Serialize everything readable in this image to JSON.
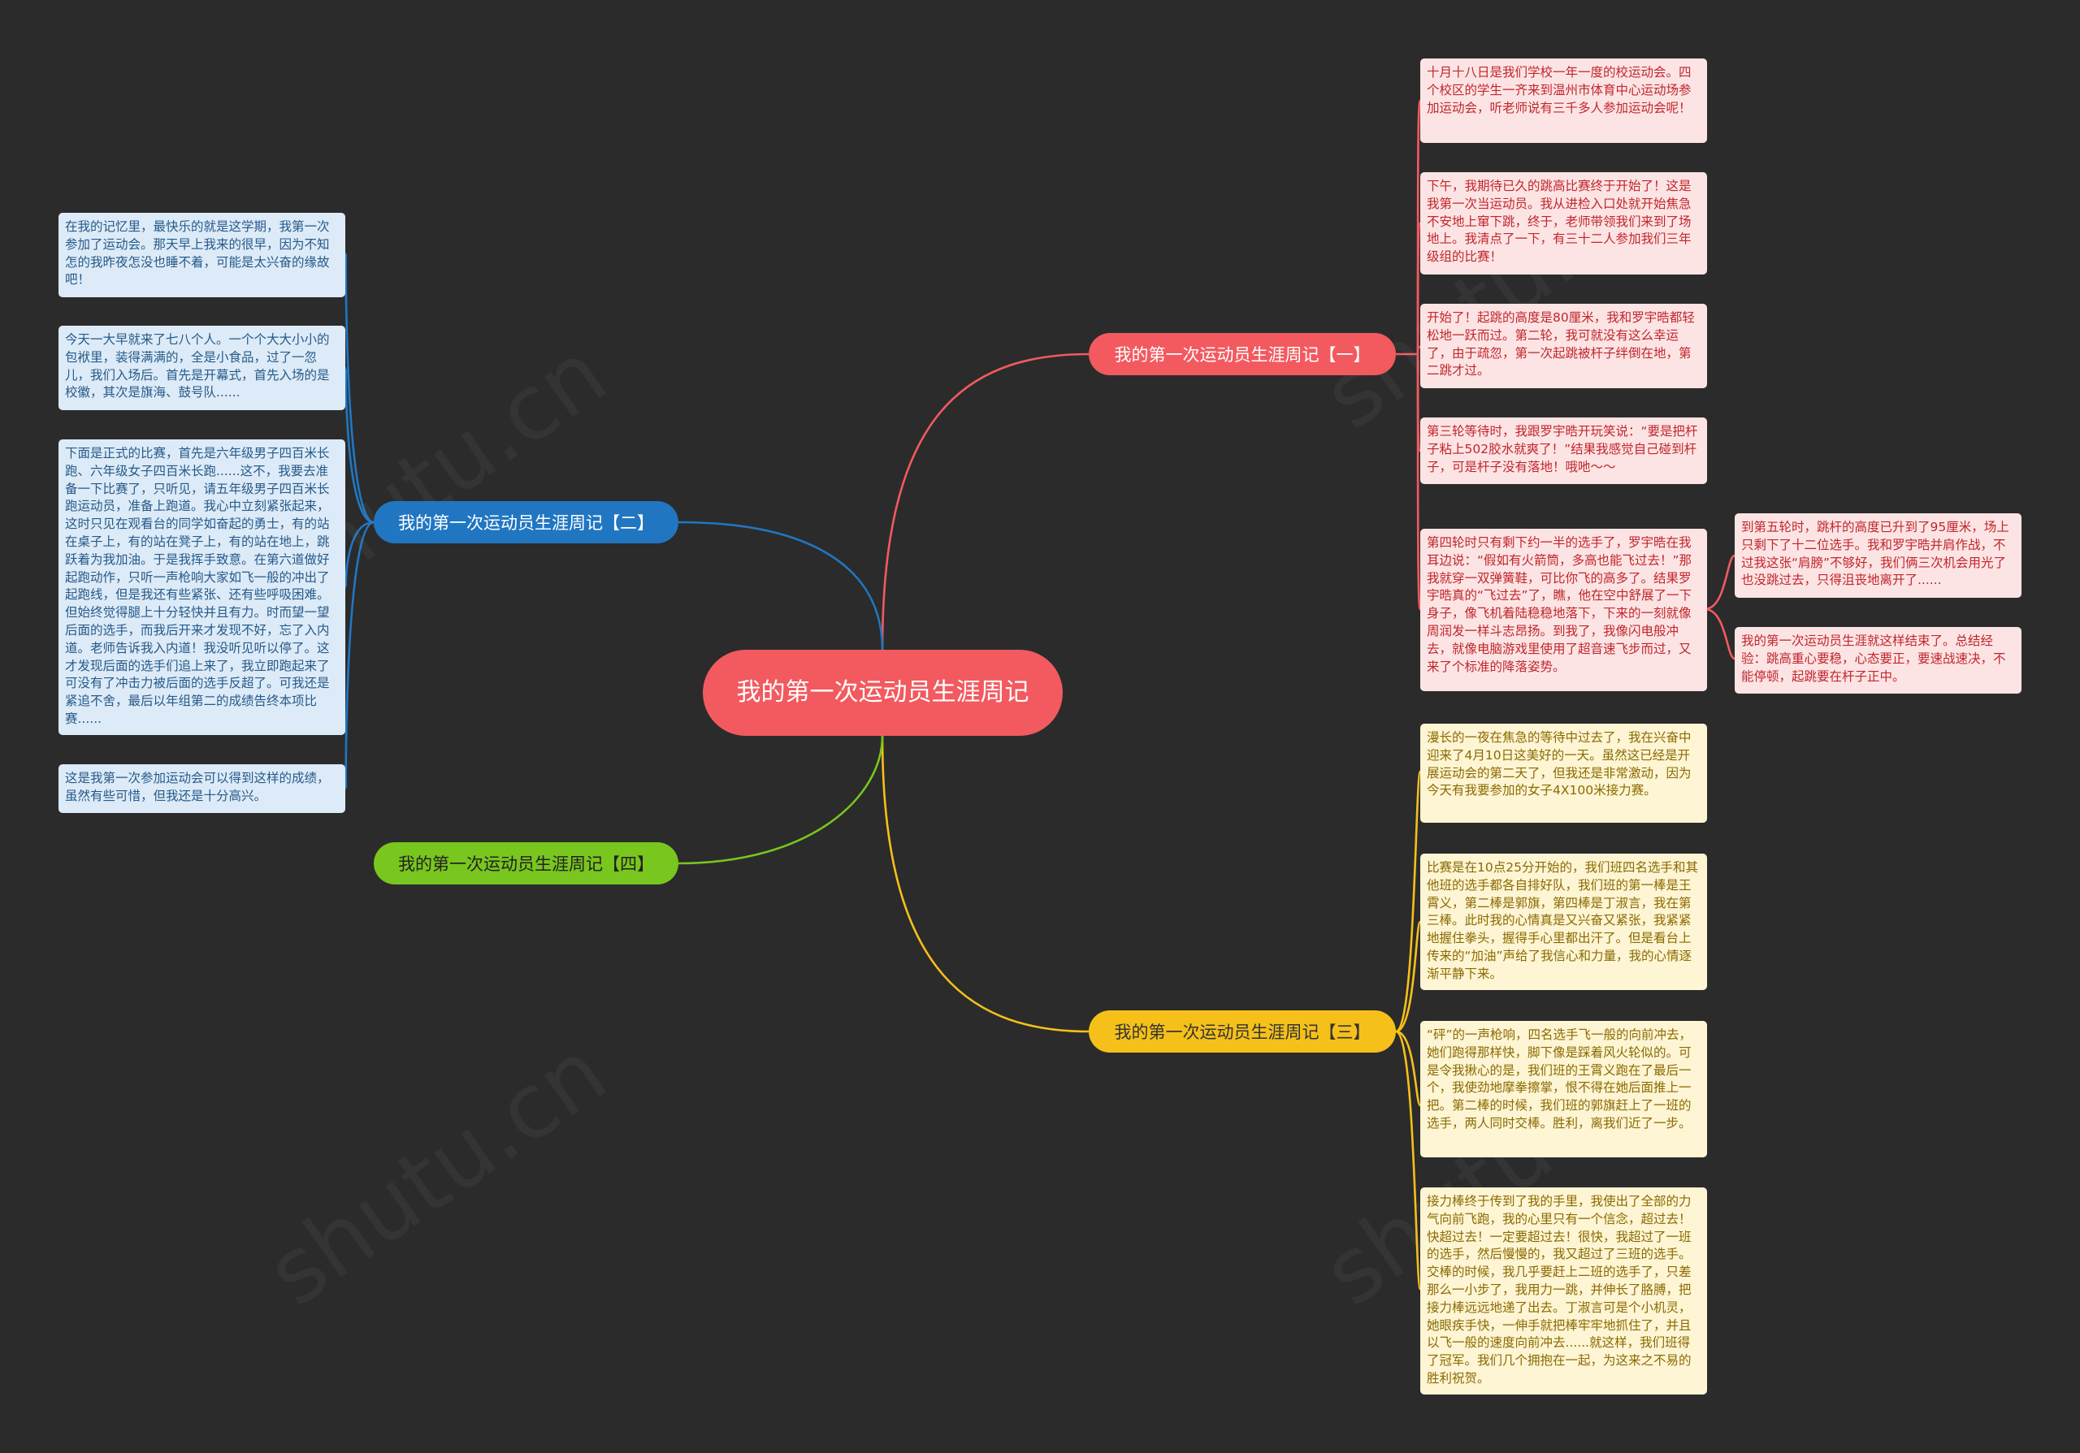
{
  "center": {
    "title": "我的第一次运动员生涯周记"
  },
  "branches": [
    {
      "label": "我的第一次运动员生涯周记【一】"
    },
    {
      "label": "我的第一次运动员生涯周记【二】"
    },
    {
      "label": "我的第一次运动员生涯周记【三】"
    },
    {
      "label": "我的第一次运动员生涯周记【四】"
    }
  ],
  "notes_one": [
    "十月十八日是我们学校一年一度的校运动会。四个校区的学生一齐来到温州市体育中心运动场参加运动会，听老师说有三千多人参加运动会呢！",
    "下午，我期待已久的跳高比赛终于开始了！这是我第一次当运动员。我从进检入口处就开始焦急不安地上窜下跳，终于，老师带领我们来到了场地上。我清点了一下，有三十二人参加我们三年级组的比赛！",
    "开始了！起跳的高度是80厘米，我和罗宇晧都轻松地一跃而过。第二轮，我可就没有这么幸运了，由于疏忽，第一次起跳被杆子绊倒在地，第二跳才过。",
    "第三轮等待时，我跟罗宇晧开玩笑说：“要是把杆子粘上502胶水就爽了！”结果我感觉自己碰到杆子，可是杆子没有落地！哦吔～～",
    "第四轮时只有剩下约一半的选手了，罗宇晧在我耳边说：“假如有火箭筒，多高也能飞过去！”那我就穿一双弹簧鞋，可比你飞的高多了。结果罗宇晧真的“飞过去”了，瞧，他在空中舒展了一下身子，像飞机着陆稳稳地落下，下来的一刻就像周润发一样斗志昂扬。到我了，我像闪电般冲去，就像电脑游戏里使用了超音速飞步而过，又来了个标准的降落姿势。"
  ],
  "notes_one_sub": [
    "到第五轮时，跳杆的高度已升到了95厘米，场上只剩下了十二位选手。我和罗宇晧并肩作战，不过我这张“肩膀”不够好，我们俩三次机会用光了也没跳过去，只得沮丧地离开了......",
    "我的第一次运动员生涯就这样结束了。总结经验：跳高重心要稳，心态要正，要速战速决，不能停顿，起跳要在杆子正中。"
  ],
  "notes_two": [
    "在我的记忆里，最快乐的就是这学期，我第一次参加了运动会。那天早上我来的很早，因为不知怎的我昨夜怎没也睡不着，可能是太兴奋的缘故吧！",
    "今天一大早就来了七八个人。一个个大大小小的包袱里，装得满满的，全是小食品，过了一忽儿，我们入场后。首先是开幕式，首先入场的是校徽，其次是旗海、鼓号队......",
    "下面是正式的比赛，首先是六年级男子四百米长跑、六年级女子四百米长跑......这不，我要去准备一下比赛了，只听见，请五年级男子四百米长跑运动员，准备上跑道。我心中立刻紧张起来，这时只见在观看台的同学如奋起的勇士，有的站在桌子上，有的站在凳子上，有的站在地上，跳跃着为我加油。于是我挥手致意。在第六道做好起跑动作，只听一声枪响大家如飞一般的冲出了起跑线，但是我还有些紧张、还有些呼吸困难。但始终觉得腿上十分轻快并且有力。时而望一望后面的选手，而我后开来才发现不好，忘了入内道。老师告诉我入内道！我没听见听以停了。这才发现后面的选手们追上来了，我立即跑起来了可没有了冲击力被后面的选手反超了。可我还是紧追不舍，最后以年组第二的成绩告终本项比赛......",
    "这是我第一次参加运动会可以得到这样的成绩，虽然有些可惜，但我还是十分高兴。"
  ],
  "notes_three": [
    "漫长的一夜在焦急的等待中过去了，我在兴奋中迎来了4月10日这美好的一天。虽然这已经是开展运动会的第二天了，但我还是非常激动，因为今天有我要参加的女子4X100米接力赛。",
    "比赛是在10点25分开始的，我们班四名选手和其他班的选手都各自排好队，我们班的第一棒是王霄义，第二棒是郭旗，第四棒是丁淑言，我在第三棒。此时我的心情真是又兴奋又紧张，我紧紧地握住拳头，握得手心里都出汗了。但是看台上传来的“加油”声给了我信心和力量，我的心情逐渐平静下来。",
    "“砰”的一声枪响，四名选手飞一般的向前冲去，她们跑得那样快，脚下像是踩着风火轮似的。可是令我揪心的是，我们班的王霄义跑在了最后一个，我使劲地摩拳擦掌，恨不得在她后面推上一把。第二棒的时候，我们班的郭旗赶上了一班的选手，两人同时交棒。胜利，离我们近了一步。",
    "接力棒终于传到了我的手里，我使出了全部的力气向前飞跑，我的心里只有一个信念，超过去！快超过去！一定要超过去！很快，我超过了一班的选手，然后慢慢的，我又超过了三班的选手。交棒的时候，我几乎要赶上二班的选手了，只差那么一小步了，我用力一跳，并伸长了胳膊，把接力棒远远地递了出去。丁淑言可是个小机灵，她眼疾手快，一伸手就把棒牢牢地抓住了，并且以飞一般的速度向前冲去......就这样，我们班得了冠军。我们几个拥抱在一起，为这来之不易的胜利祝贺。"
  ],
  "colors": {
    "background": "#2b2b2b",
    "branch_one": "#f25a5f",
    "branch_two": "#2176c2",
    "branch_three": "#f5c01a",
    "branch_four": "#78c61e"
  }
}
